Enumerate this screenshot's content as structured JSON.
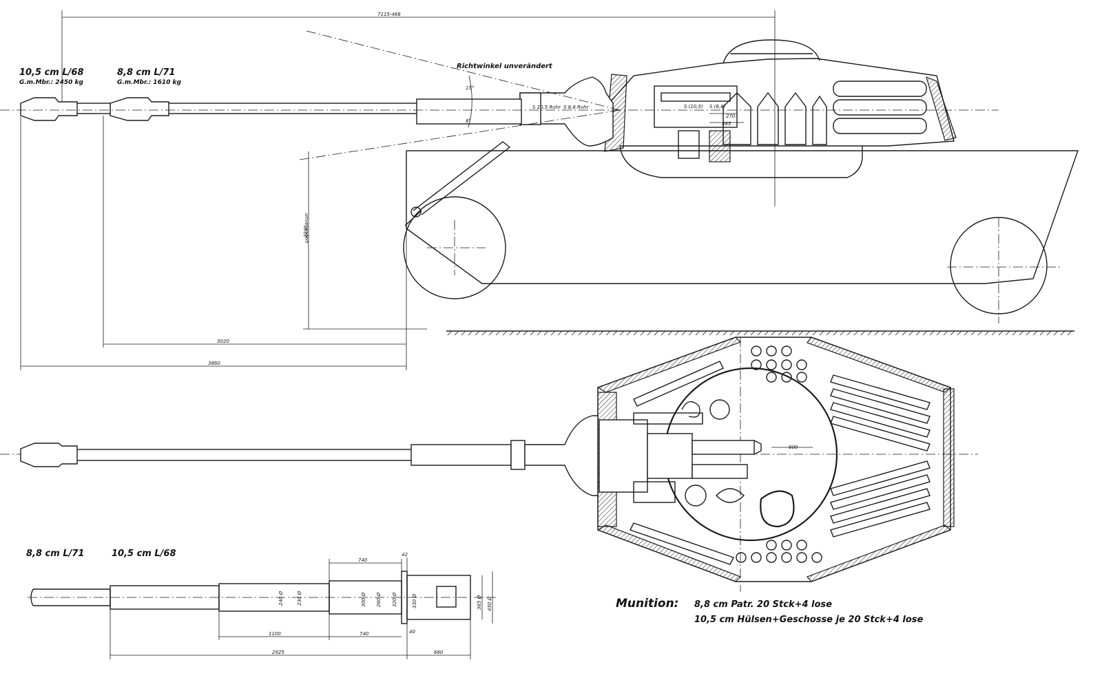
{
  "side_view": {
    "gun_105_label": "10,5 cm L/68",
    "gun_105_weight": "G.m.Mbr.: 2450 kg",
    "gun_88_label": "8,8 cm L/71",
    "gun_88_weight": "G.m.Mbr.: 1610 kg",
    "elevation_note": "Richtwinkel unverändert",
    "angle_up": "15°",
    "angle_down": "8°",
    "s_105_rohr": "S 10,5 Rohr",
    "s_88_rohr": "S 8,8 Rohr",
    "s_105": "S (10,5)",
    "s_88": "S (8,8)",
    "dim_overall": "7115-468",
    "dim_270": "270",
    "dim_465": "465",
    "dim_height": "2240",
    "dim_height_note": "unverändert",
    "dim_3020": "3020",
    "dim_3860": "3860"
  },
  "top_view": {
    "dim_600": "600"
  },
  "barrel_comparison": {
    "label_88": "8,8 cm L/71",
    "label_105": "10,5 cm L/68",
    "dim_740_top": "740",
    "dim_42": "42",
    "dim_1100": "1100",
    "dim_740_bottom": "740",
    "dim_40": "40",
    "dim_2925": "2925",
    "dim_660": "660",
    "diameters": [
      "240 Ø",
      "230 Ø",
      "300 Ø",
      "260 Ø",
      "320 Ø",
      "330 Ø",
      "365 Ø",
      "450 Ø"
    ]
  },
  "munition": {
    "title": "Munition:",
    "line1": "8,8 cm Patr. 20 Stck+4 lose",
    "line2": "10,5 cm Hülsen+Geschosse je 20 Stck+4 lose"
  }
}
